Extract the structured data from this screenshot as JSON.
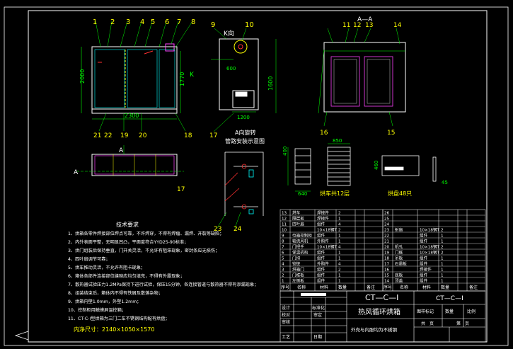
{
  "colors": {
    "background": "#000000",
    "frame": "#ffffff",
    "outline": "#ffffff",
    "dimension": "#00ff00",
    "number": "#ffff00",
    "red": "#ff3030",
    "cyan": "#00ffff",
    "magenta": "#ff40ff"
  },
  "front_view": {
    "callouts": [
      "1",
      "2",
      "3",
      "4",
      "5",
      "6",
      "7",
      "8"
    ],
    "bottom_callouts": [
      "21",
      "22",
      "19",
      "20",
      "18"
    ],
    "width": "2300",
    "height_left": "2000",
    "height_right": "1770",
    "section_mark": "K"
  },
  "side_view": {
    "callouts": [
      "9",
      "10",
      "17"
    ],
    "view_label": "K向",
    "dim_top": "600",
    "dim_height": "1600",
    "dim_bottom": "1200"
  },
  "section_view": {
    "title": "A—A",
    "callouts": [
      "11",
      "12",
      "13",
      "14"
    ],
    "bottom_callouts": [
      "16",
      "15"
    ]
  },
  "plan_view": {
    "label_a": "A",
    "label_a2": "A",
    "callout": "17"
  },
  "piping": {
    "title1": "A向旋转",
    "title2": "管路安装示意图",
    "callouts": [
      "23",
      "24"
    ]
  },
  "trolley": {
    "dims": [
      "400",
      "640",
      "850",
      "460",
      "45"
    ],
    "caption1": "烘车共12层",
    "caption2": "烘盘48只"
  },
  "tech": {
    "title": "技术要求",
    "lines": [
      "1、烘箱各零件焊接部位焊点可靠，不许焊穿，不得有焊瘤、漏焊、开裂等缺陷；",
      "2、内外表面平整，无明显凹凸，平面度符合YYD25-90标准；",
      "3、烘门组装后保持垂直，门开关灵活，不允许有阻滞现象，密封条应无损伤；",
      "4、四叶扇调节可靠；",
      "5、烘车推动灵活，不允许有阻卡现象；",
      "6、箱体各部件连接部位缝隙应均匀填充，不得有外露现象；",
      "7、散热器试验压力1.2MPa保持下进行试验，保压15分钟，各连接管道与散热器不得有渗漏现象；",
      "8、组装结束后，箱体内不得有铁屑及散落杂物；",
      "9、烘箱内壁1.0mm，外壁1.2mm；",
      "10、控制柜用触摸屏温控箱；",
      "11、CT-C-I型烘箱为三门二车不锈钢结构配有烘盘；"
    ],
    "inner_size": "内净尺寸：2140×1050×1570"
  },
  "bom_left": {
    "rows": [
      [
        "13",
        "烘车",
        "焊接件",
        "2"
      ],
      [
        "12",
        "隔层板",
        "焊接件",
        "1"
      ],
      [
        "11",
        "四叶扇",
        "组件",
        "4"
      ],
      [
        "10",
        "",
        "10×18钢T",
        "2"
      ],
      [
        "9",
        "电箱控制柜",
        "组件",
        "1"
      ],
      [
        "8",
        "轴流风机",
        "外购件",
        "1"
      ],
      [
        "7",
        "门把手",
        "10×18钢T",
        "4"
      ],
      [
        "6",
        "保温机构",
        "组件",
        "1"
      ],
      [
        "5",
        "门扣",
        "组件",
        "1"
      ],
      [
        "4",
        "铰链",
        "外购件",
        "4"
      ],
      [
        "3",
        "烘箱门",
        "组件",
        "2"
      ],
      [
        "2",
        "门框板",
        "组件",
        "1"
      ],
      [
        "1",
        "左侧板",
        "组件",
        "1"
      ]
    ],
    "header": [
      "序号",
      "名称",
      "材料",
      "数量",
      "备注"
    ]
  },
  "bom_right": {
    "rows": [
      [
        "26",
        "",
        "",
        ""
      ],
      [
        "25",
        "",
        "",
        ""
      ],
      [
        "24",
        "",
        "",
        ""
      ],
      [
        "23",
        "射扇",
        "10×18钢T",
        "2"
      ],
      [
        "22",
        "",
        "组件",
        "1"
      ],
      [
        "21",
        "",
        "组件",
        "1"
      ],
      [
        "20",
        "机孔",
        "10×18钢T",
        "2"
      ],
      [
        "19",
        "门框",
        "10×18钢T",
        "2"
      ],
      [
        "18",
        "吊板",
        "组件",
        "1"
      ],
      [
        "17",
        "石墨板",
        "组件",
        "1"
      ],
      [
        "16",
        "",
        "焊接件",
        "1"
      ],
      [
        "15",
        "底板",
        "组件",
        "1"
      ],
      [
        "14",
        "顶盖",
        "组件",
        "1"
      ]
    ],
    "header": [
      "序号",
      "名称",
      "材料",
      "数量",
      "备注"
    ]
  },
  "title_block": {
    "model": "CT—C—I",
    "name": "热风循环烘箱",
    "note": "外壳与内胆均为不锈钢",
    "model2": "CT—C—I",
    "cells": [
      "图样标记",
      "数量",
      "比例",
      "共　页",
      "第　页"
    ],
    "roles": [
      "设计",
      "校对",
      "审核",
      "工艺"
    ],
    "roles2": [
      "标准化",
      "审定",
      "日期"
    ]
  }
}
